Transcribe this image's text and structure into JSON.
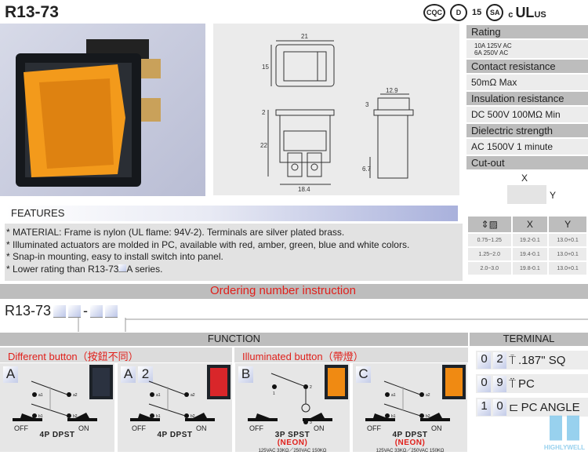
{
  "title": "R13-73",
  "certs": [
    "CQC",
    "D",
    "15",
    "SA",
    "c",
    "UL",
    "US"
  ],
  "drawing": {
    "dims": [
      "21",
      "15",
      "2",
      "22",
      "18.4",
      "12.9",
      "3",
      "6.7"
    ]
  },
  "specs": [
    {
      "label": "Rating",
      "value": [
        "10A 125V AC",
        "6A 250V AC"
      ]
    },
    {
      "label": "Contact resistance",
      "value": "50mΩ Max"
    },
    {
      "label": "Insulation resistance",
      "value": "DC 500V 100MΩ Min"
    },
    {
      "label": "Dielectric strength",
      "value": "AC 1500V 1 minute"
    },
    {
      "label": "Cut-out"
    }
  ],
  "cutout": {
    "x": "X",
    "y": "Y",
    "headers": [
      "X",
      "Y"
    ],
    "rows": [
      [
        "0.75~1.25",
        "19.2-0.1",
        "13.0+0.1"
      ],
      [
        "1.25~2.0",
        "19.4-0.1",
        "13.0+0.1"
      ],
      [
        "2.0~3.0",
        "19.8-0.1",
        "13.0+0.1"
      ]
    ]
  },
  "features": {
    "heading": "FEATURES",
    "items": [
      "* MATERIAL: Frame is nylon (UL flame: 94V-2). Terminals are silver plated brass.",
      "* Illuminated actuators are molded in PC, available with red, amber, green, blue and white colors.",
      "* Snap-in mounting, easy to install switch into panel.",
      "* Lower rating than R13-73",
      "A series."
    ]
  },
  "ordering": {
    "heading": "Ordering number instruction",
    "prefix": "R13-73",
    "sep": "-"
  },
  "function": {
    "heading": "FUNCTION",
    "different": "Different button（按鈕不同）",
    "illuminated": "Illuminated button（帶燈）",
    "panels": [
      {
        "code": [
          "A"
        ],
        "caption": "4P DPST",
        "off": "OFF",
        "on": "ON",
        "terminals": [
          "a1",
          "a2",
          "b1",
          "b2"
        ],
        "rocker": "#2b3240"
      },
      {
        "code": [
          "A",
          "2"
        ],
        "caption": "4P DPST",
        "off": "OFF",
        "on": "ON",
        "terminals": [
          "a1",
          "a2",
          "b1",
          "b2"
        ],
        "rocker": "#d9262a"
      },
      {
        "code": [
          "B"
        ],
        "caption": "3P SPST",
        "neon": "(NEON)",
        "note": "125VAC 33KΩ／250VAC 150KΩ",
        "off": "OFF",
        "on": "ON",
        "terminals": [
          "1",
          "2",
          "3"
        ],
        "rocker": "#f08a12"
      },
      {
        "code": [
          "C"
        ],
        "caption": "4P DPST",
        "neon": "(NEON)",
        "note": "125VAC 33KΩ／250VAC 150KΩ",
        "off": "OFF",
        "on": "ON",
        "terminals": [
          "a1",
          "a2",
          "b1",
          "b2"
        ],
        "rocker": "#f08a12"
      }
    ]
  },
  "terminal": {
    "heading": "TERMINAL",
    "rows": [
      {
        "code": [
          "0",
          "2"
        ],
        "label": ".187\" SQ"
      },
      {
        "code": [
          "0",
          "9"
        ],
        "label": "PC"
      },
      {
        "code": [
          "1",
          "0"
        ],
        "label": "PC ANGLE"
      }
    ]
  },
  "watermark": "HIGHLYWELL",
  "colors": {
    "accent_red": "#e0201b",
    "header_gray": "#bdbdbd",
    "amber": "#f08a12"
  }
}
